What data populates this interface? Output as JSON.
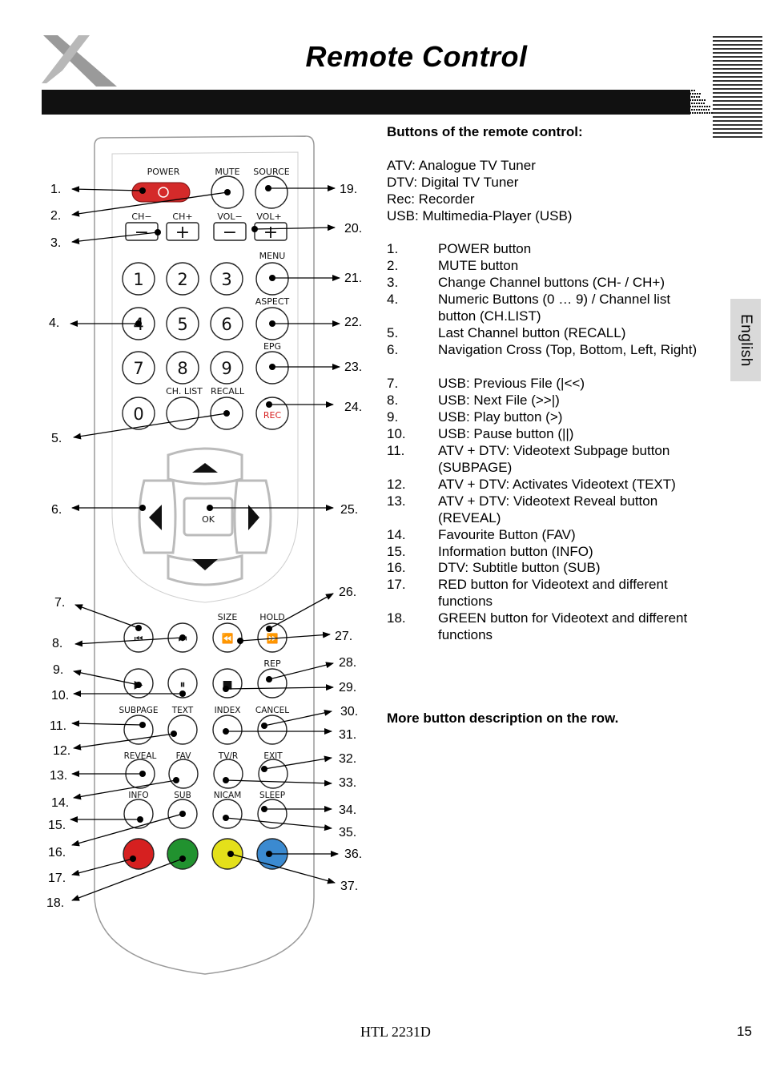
{
  "page": {
    "title": "Remote Control",
    "language_tab": "English",
    "footer_model": "HTL 2231D",
    "page_number": "15"
  },
  "description": {
    "heading": "Buttons of the remote control:",
    "legend": [
      "ATV: Analogue TV Tuner",
      "DTV: Digital TV Tuner",
      "Rec: Recorder",
      "USB: Multimedia-Player (USB)"
    ],
    "items": [
      {
        "num": "1.",
        "text": "POWER button"
      },
      {
        "num": "2.",
        "text": "MUTE button"
      },
      {
        "num": "3.",
        "text": "Change Channel buttons (CH- / CH+)"
      },
      {
        "num": "4.",
        "text": "Numeric Buttons (0 … 9) / Channel list button (CH.LIST)"
      },
      {
        "num": "5.",
        "text": "Last Channel button (RECALL)"
      },
      {
        "num": "6.",
        "text": "Navigation Cross (Top, Bottom, Left, Right)"
      },
      {
        "num": "7.",
        "text": "USB: Previous File (|<<)"
      },
      {
        "num": "8.",
        "text": "USB: Next File (>>|)"
      },
      {
        "num": "9.",
        "text": "USB: Play button (>)"
      },
      {
        "num": "10.",
        "text": "USB: Pause button (||)"
      },
      {
        "num": "11.",
        "text": "ATV + DTV: Videotext Subpage button (SUBPAGE)"
      },
      {
        "num": "12.",
        "text": "ATV + DTV: Activates Videotext (TEXT)"
      },
      {
        "num": "13.",
        "text": "ATV + DTV: Videotext Reveal button (REVEAL)"
      },
      {
        "num": "14.",
        "text": "Favourite Button (FAV)"
      },
      {
        "num": "15.",
        "text": "Information button (INFO)"
      },
      {
        "num": "16.",
        "text": "DTV: Subtitle button (SUB)"
      },
      {
        "num": "17.",
        "text": "RED button for Videotext and different functions"
      },
      {
        "num": "18.",
        "text": "GREEN button for Videotext and different functions"
      }
    ],
    "more_note": "More button description on the row."
  },
  "remote": {
    "left_labels": [
      "1.",
      "2.",
      "3.",
      "4.",
      "5.",
      "6.",
      "7.",
      "8.",
      "9.",
      "10.",
      "11.",
      "12.",
      "13.",
      "14.",
      "15.",
      "16.",
      "17.",
      "18."
    ],
    "right_labels": [
      "19.",
      "20.",
      "21.",
      "22.",
      "23.",
      "24.",
      "25.",
      "26.",
      "27.",
      "28.",
      "29.",
      "30.",
      "31.",
      "32.",
      "33.",
      "34.",
      "35.",
      "36.",
      "37."
    ],
    "button_labels": {
      "power": "POWER",
      "mute": "MUTE",
      "source": "SOURCE",
      "ch_minus": "CH−",
      "ch_plus": "CH+",
      "vol_minus": "VOL−",
      "vol_plus": "VOL+",
      "menu": "MENU",
      "aspect": "ASPECT",
      "epg": "EPG",
      "ch_list": "CH. LIST",
      "recall": "RECALL",
      "rec": "REC",
      "ok": "OK",
      "size": "SIZE",
      "hold": "HOLD",
      "rep": "REP",
      "subpage": "SUBPAGE",
      "text": "TEXT",
      "index": "INDEX",
      "cancel": "CANCEL",
      "reveal": "REVEAL",
      "fav": "FAV",
      "tvr": "TV/R",
      "exit": "EXIT",
      "info": "INFO",
      "sub": "SUB",
      "nicam": "NICAM",
      "sleep": "SLEEP"
    },
    "digits": [
      "1",
      "2",
      "3",
      "4",
      "5",
      "6",
      "7",
      "8",
      "9",
      "0"
    ],
    "colors": {
      "red": "#d62020",
      "green": "#21922f",
      "yellow": "#e4e01a",
      "blue": "#3b8ad0",
      "power_red": "#d42a2a"
    }
  }
}
